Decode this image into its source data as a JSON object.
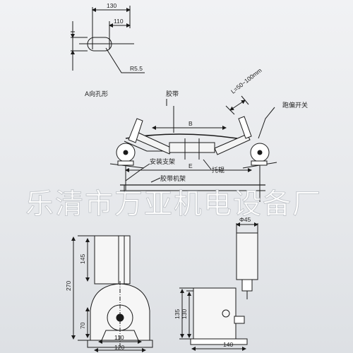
{
  "hole_detail": {
    "dim_outer": "130",
    "dim_inner": "110",
    "radius": "R5.5",
    "caption": "A向孔形"
  },
  "conveyor": {
    "belt": "胶带",
    "spacing": "L=50~100mm",
    "switch": "跑偏开关",
    "width_b": "B",
    "width_e": "E",
    "roller": "托辊",
    "bracket": "安装支架",
    "frame": "胶带机架"
  },
  "front_view": {
    "dim_total_height": "270",
    "dim_upper": "145",
    "dim_lower": "70",
    "dim_inner_width": "110",
    "dim_outer_width": "120"
  },
  "side_view": {
    "dim_diameter": "Φ45",
    "dim_height_a": "135",
    "dim_height_b": "130",
    "dim_width": "140"
  },
  "watermark": "乐清市万亚机电设备厂",
  "colors": {
    "line": "#1a1a1a",
    "paper": "#eceef0"
  }
}
